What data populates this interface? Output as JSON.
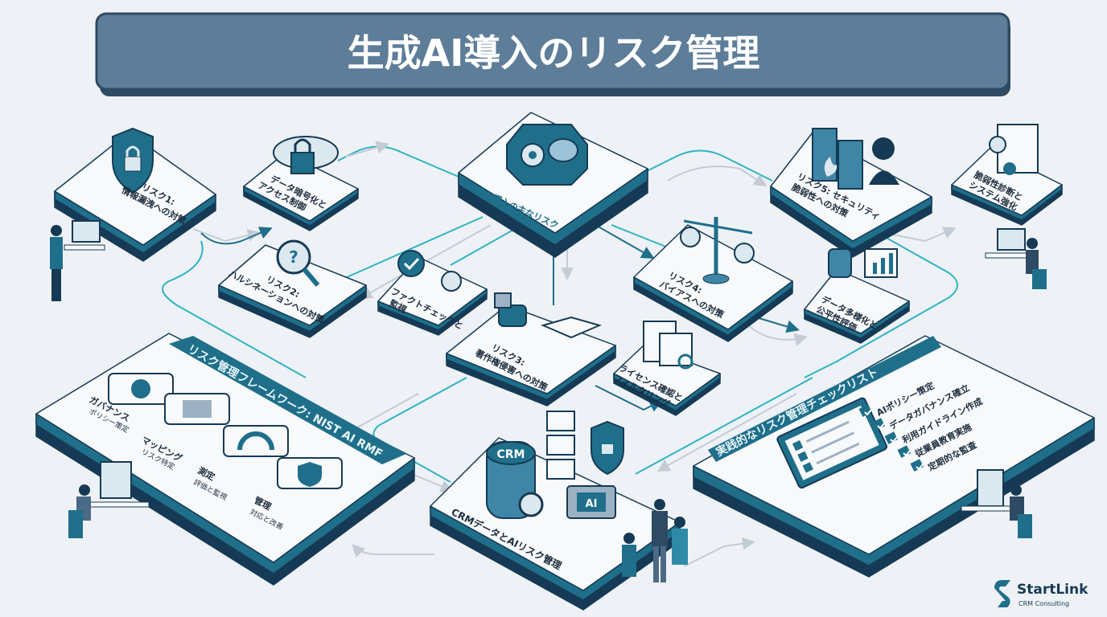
{
  "title": "生成AI導入のリスク管理",
  "core": {
    "label": "生成AI導入の主なリスク"
  },
  "nodes": {
    "risk1": {
      "line1": "リスク1:",
      "line2": "情報漏洩への対策"
    },
    "encrypt": {
      "line1": "データ暗号化と",
      "line2": "アクセス制御"
    },
    "risk2": {
      "line1": "リスク2:",
      "line2": "ハルシネーションへの対策"
    },
    "fact": {
      "line1": "ファクトチェックと",
      "line2": "監視"
    },
    "risk3": {
      "line1": "リスク3:",
      "line2": "著作権侵害への対策"
    },
    "license": {
      "line1": "ライセンス確認と",
      "line2": "フィルタリング"
    },
    "risk4": {
      "line1": "リスク4:",
      "line2": "バイアスへの対策"
    },
    "fair": {
      "line1": "データ多様化と",
      "line2": "公平性評価"
    },
    "risk5": {
      "line1": "リスク5: セキュリティ",
      "line2": "脆弱性への対策"
    },
    "vuln": {
      "line1": "脆弱性診断と",
      "line2": "システム強化"
    }
  },
  "nist": {
    "title": "リスク管理フレームワーク: NIST AI RMF",
    "steps": [
      {
        "name": "ガバナンス",
        "sub": "ポリシー策定"
      },
      {
        "name": "マッピング",
        "sub": "リスク特定"
      },
      {
        "name": "測定",
        "sub": "評価と監視"
      },
      {
        "name": "管理",
        "sub": "対応と改善"
      }
    ]
  },
  "crm": {
    "label": "CRMデータとAIリスク管理",
    "db_label": "CRM",
    "chip_label": "AI"
  },
  "checklist": {
    "title": "実践的なリスク管理チェックリスト",
    "items": [
      "AIポリシー策定",
      "データガバナンス確立",
      "利用ガイドライン作成",
      "従業員教育実施",
      "定期的な監査"
    ]
  },
  "logo": {
    "name": "StartLink",
    "tagline": "CRM Consulting"
  },
  "colors": {
    "teal": "#1f6f8b",
    "dark": "#163a55",
    "accent": "#2fb3c4",
    "title_bg": "#5a7a96"
  }
}
